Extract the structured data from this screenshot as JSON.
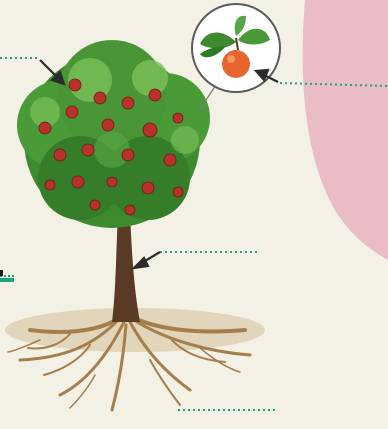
{
  "diagram": {
    "parts": [
      {
        "id": "leaves",
        "label": ""
      },
      {
        "id": "fruit",
        "label": ""
      },
      {
        "id": "trunk",
        "label": ""
      },
      {
        "id": "roots",
        "label": ""
      }
    ],
    "colors": {
      "background": "#f3f0e6",
      "canopy": "#3d8a2f",
      "canopy_light": "#7cc15a",
      "fruit": "#b8312a",
      "trunk": "#5a3a24",
      "roots": "#b08a5a",
      "soil_shadow": "#d8c9a8",
      "blob": "#e9bcc6",
      "dotted_line": "#1fa37a",
      "arrow": "#2b2b2b",
      "zoom_fruit": "#e8662e"
    },
    "icons": [
      "zoom-fruit-icon"
    ]
  }
}
